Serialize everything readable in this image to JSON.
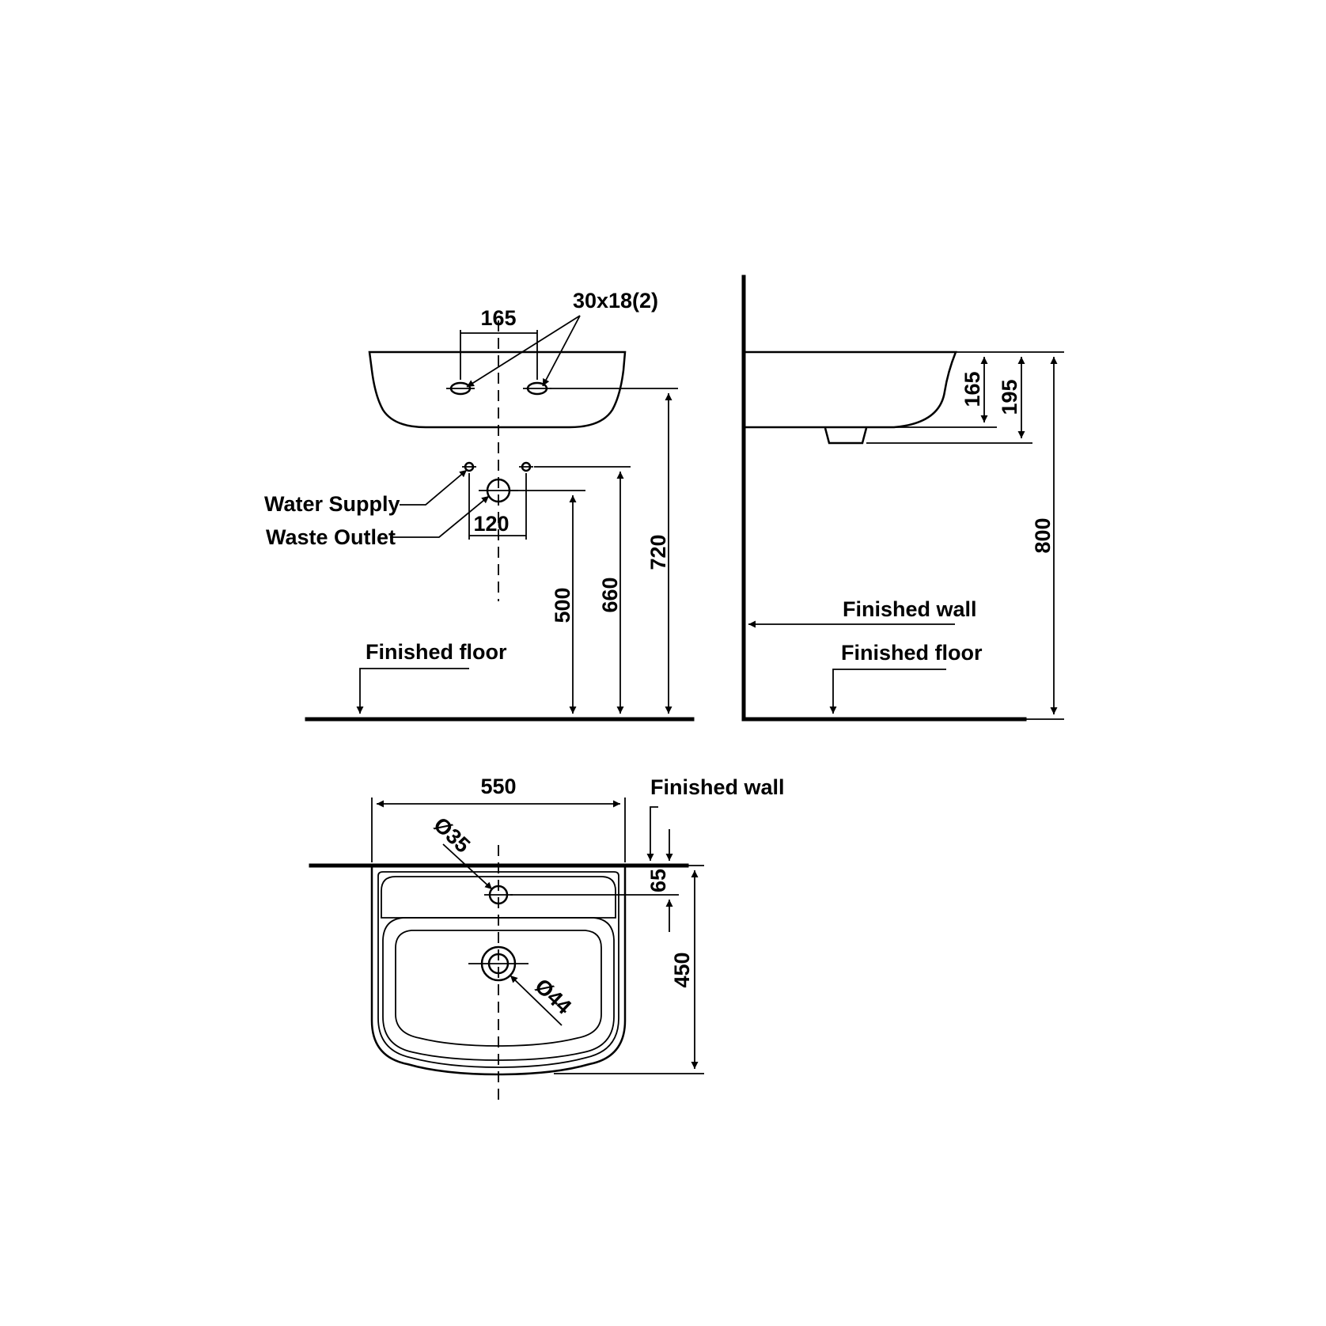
{
  "front_view": {
    "dim_tap_spacing": "165",
    "dim_holes": "30x18(2)",
    "dim_supply_spacing": "120",
    "dim_waste_height": "500",
    "dim_supply_height": "660",
    "dim_holes_height": "720",
    "label_water_supply": "Water Supply",
    "label_waste_outlet": "Waste Outlet",
    "label_floor": "Finished floor"
  },
  "side_view": {
    "dim_bowl_depth": "165",
    "dim_total_depth": "195",
    "dim_rim_height": "800",
    "label_wall": "Finished wall",
    "label_floor": "Finished floor"
  },
  "top_view": {
    "dim_width": "550",
    "dim_tap_hole": "Ø35",
    "dim_drain": "Ø44",
    "dim_tap_offset": "65",
    "dim_projection": "450",
    "label_wall": "Finished wall"
  }
}
